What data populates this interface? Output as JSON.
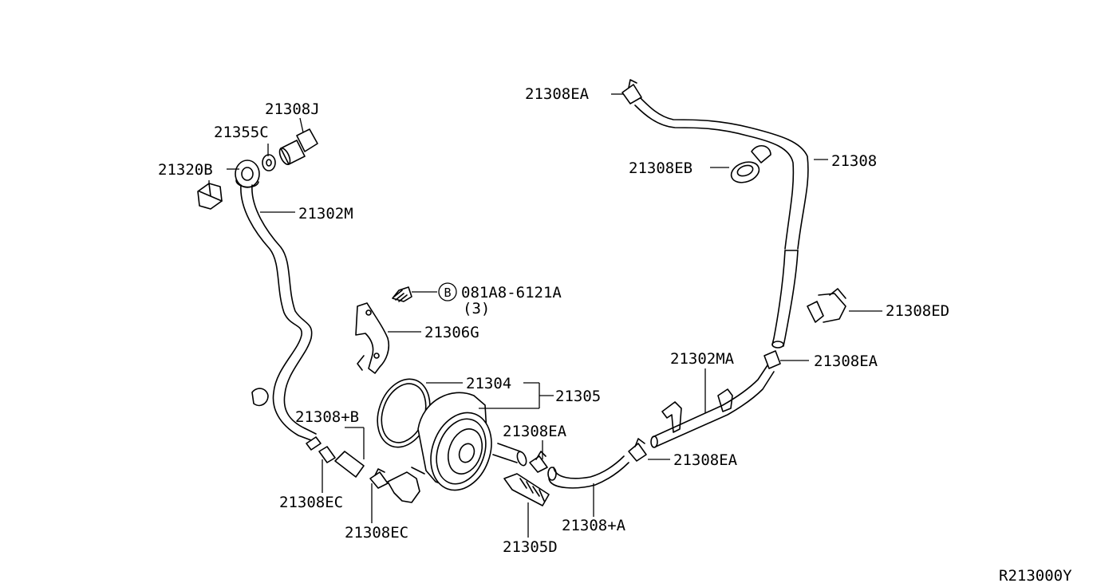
{
  "labels": {
    "p21308J": "21308J",
    "p21355C": "21355C",
    "p21320B": "21320B",
    "p21302M": "21302M",
    "p21308EA_top": "21308EA",
    "p21308EB": "21308EB",
    "p21308": "21308",
    "bolt_code": "081A8-6121A",
    "bolt_qty": "(3)",
    "bolt_mark": "B",
    "p21306G": "21306G",
    "p21308ED": "21308ED",
    "p21302MA": "21302MA",
    "p21308EA_right": "21308EA",
    "p21304": "21304",
    "p21305": "21305",
    "p21308B": "21308+B",
    "p21308EA_mid": "21308EA",
    "p21308EA_low": "21308EA",
    "p21308EC_left": "21308EC",
    "p21308EC_mid": "21308EC",
    "p21308A": "21308+A",
    "p21305D": "21305D",
    "diagram_ref": "R213000Y"
  }
}
